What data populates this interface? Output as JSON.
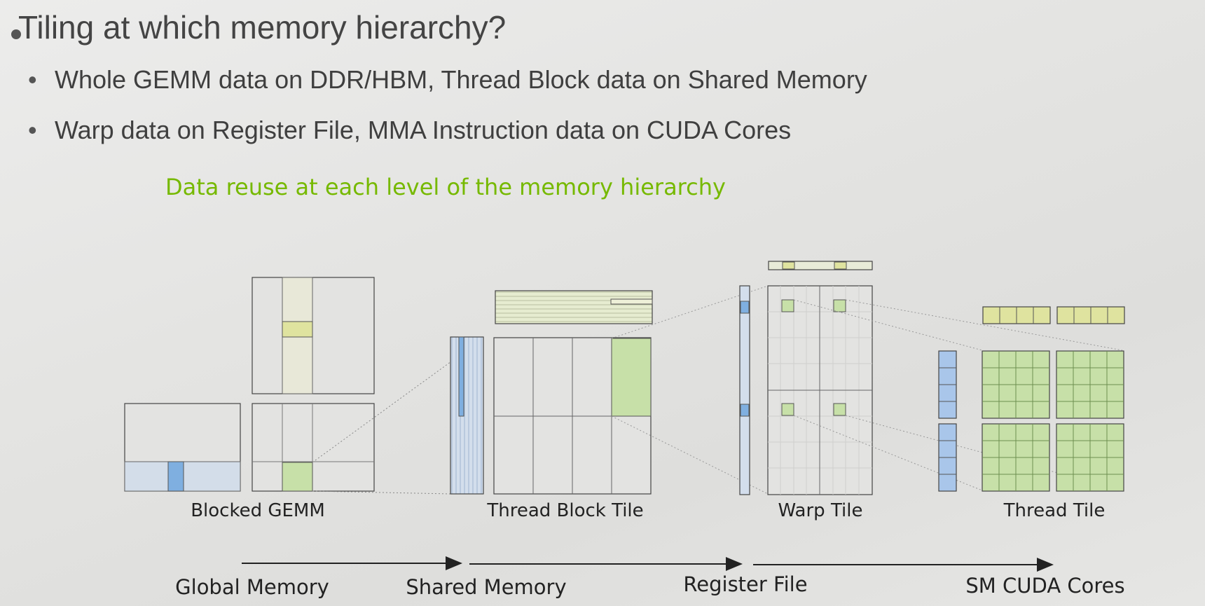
{
  "slide": {
    "title": "Tiling at which memory hierarchy?",
    "bullets": [
      "Whole GEMM data on DDR/HBM, Thread Block data on Shared Memory",
      "Warp data on Register File, MMA Instruction data on CUDA Cores"
    ],
    "subtitle": "Data reuse at each level of the memory hierarchy"
  },
  "diagram": {
    "tile_labels": [
      "Blocked GEMM",
      "Thread Block Tile",
      "Warp Tile",
      "Thread Tile"
    ],
    "memory_levels": [
      "Global Memory",
      "Shared Memory",
      "Register File",
      "SM CUDA Cores"
    ],
    "colors": {
      "green": "#c7e0a8",
      "yellow": "#e0e3a0",
      "blue": "#7fafe0",
      "light_blue": "#cdd9e8",
      "title_green": "#76b900"
    }
  }
}
